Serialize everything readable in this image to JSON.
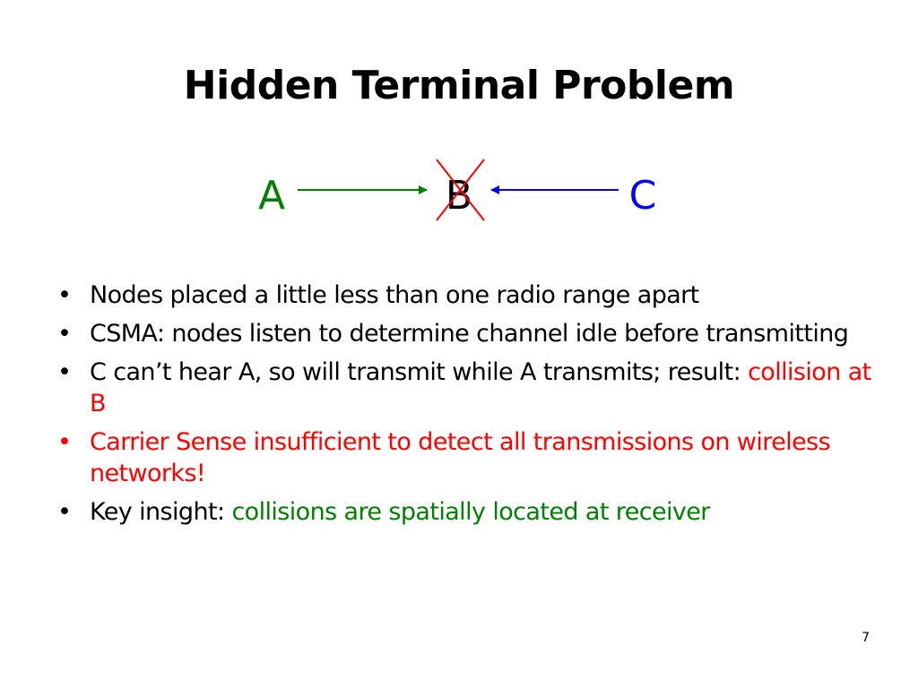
{
  "slide": {
    "title": "Hidden Terminal Problem",
    "diagram": {
      "node_a": "A",
      "node_b": "B",
      "node_c": "C",
      "colors": {
        "node_a": "#008000",
        "node_b": "#000000",
        "node_c": "#0000ff",
        "arrow_a_to_b": "#008000",
        "arrow_c_to_b": "#0000ff",
        "cross_mark": "#ff0000"
      }
    },
    "bullet_glyph": "•",
    "bullets": [
      {
        "text": "Nodes placed a little less than one radio range apart"
      },
      {
        "text": "CSMA: nodes listen to determine channel idle before transmitting"
      },
      {
        "text": "C can’t hear A, so will transmit while A transmits; result:",
        "highlight": "collision at B"
      },
      {
        "text": "Carrier Sense insufficient to detect all transmissions on wireless networks!"
      },
      {
        "text": "Key insight:",
        "highlight": "collisions are spatially located at receiver"
      }
    ],
    "page_number": "7",
    "colors": {
      "text": "#000000",
      "red": "#ff0000",
      "green": "#008000"
    }
  }
}
